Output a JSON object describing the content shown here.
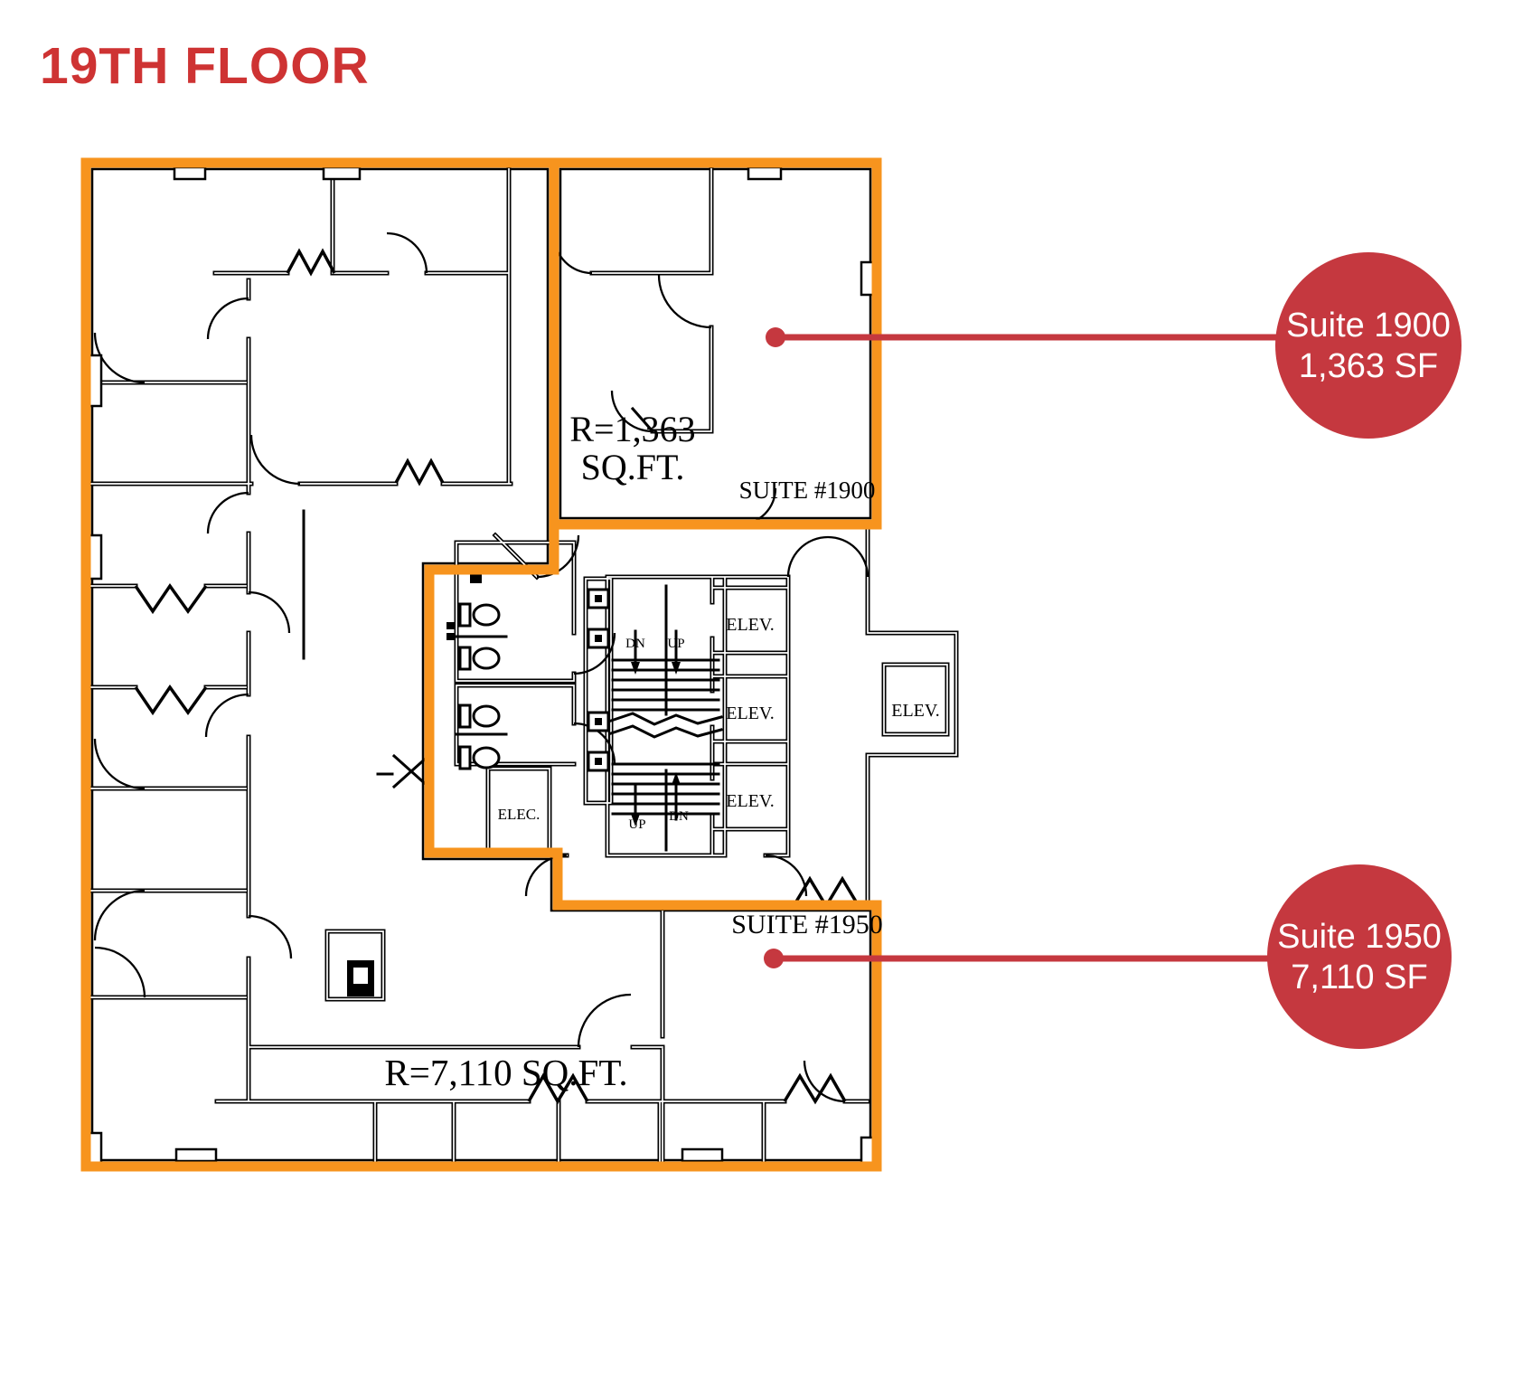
{
  "title": "19TH FLOOR",
  "colors": {
    "title_red": "#ce3333",
    "callout_red": "#c5383f",
    "outline_orange": "#f7941e",
    "wall_black": "#000000"
  },
  "callouts": [
    {
      "suite": "Suite 1900",
      "area": "1,363 SF"
    },
    {
      "suite": "Suite 1950",
      "area": "7,110 SF"
    }
  ],
  "plan_labels": {
    "suite_1900_sqft_line1": "R=1,363",
    "suite_1900_sqft_line2": "SQ.FT.",
    "suite_1900_name": "SUITE #1900",
    "suite_1950_name": "SUITE #1950",
    "suite_1950_sqft": "R=7,110 SQ.FT.",
    "elevator": "ELEV.",
    "electrical": "ELEC.",
    "up": "UP",
    "down": "DN"
  }
}
